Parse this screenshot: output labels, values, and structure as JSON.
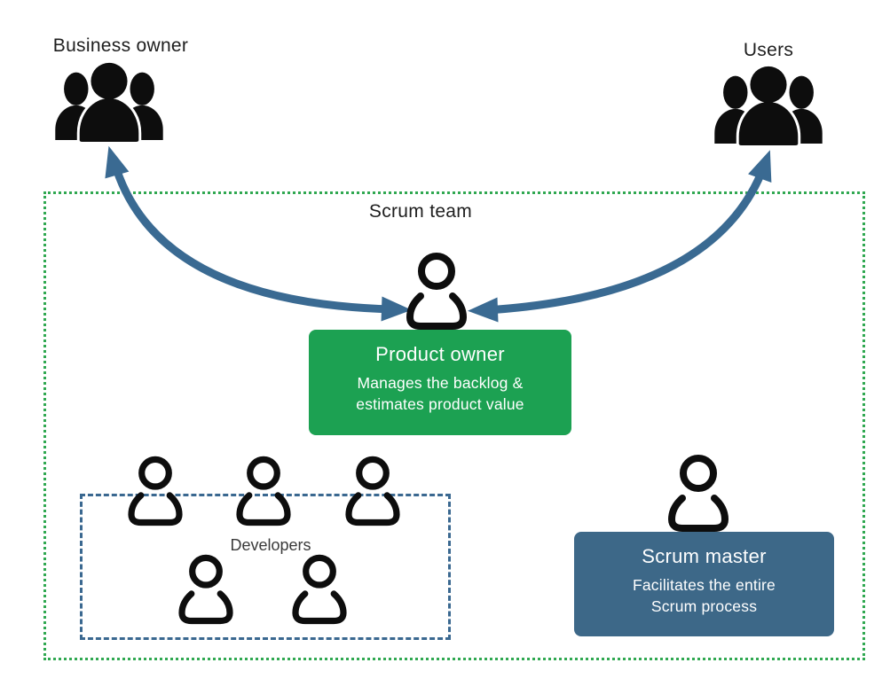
{
  "labels": {
    "business_owner": "Business owner",
    "users": "Users",
    "scrum_team": "Scrum team",
    "developers": "Developers"
  },
  "product_owner": {
    "title": "Product owner",
    "description": [
      "Manages the backlog &",
      "estimates product value"
    ]
  },
  "scrum_master": {
    "title": "Scrum master",
    "description": [
      "Facilitates the entire",
      "Scrum process"
    ]
  },
  "developers": {
    "member_count": 5
  },
  "icons": {
    "business_owner": "people-group-icon",
    "users": "people-group-icon",
    "product_owner": "person-outline-icon",
    "scrum_master": "person-outline-icon",
    "developer": "person-outline-icon"
  },
  "colors": {
    "product_owner_box": "#1ca152",
    "scrum_master_box": "#3d6888",
    "scrum_team_border": "#30a851",
    "developers_border": "#3a6890",
    "arrow": "#3a6a92",
    "icon_black": "#0d0d0d",
    "label_text": "#1e1e1e",
    "box_text": "#ffffff"
  }
}
